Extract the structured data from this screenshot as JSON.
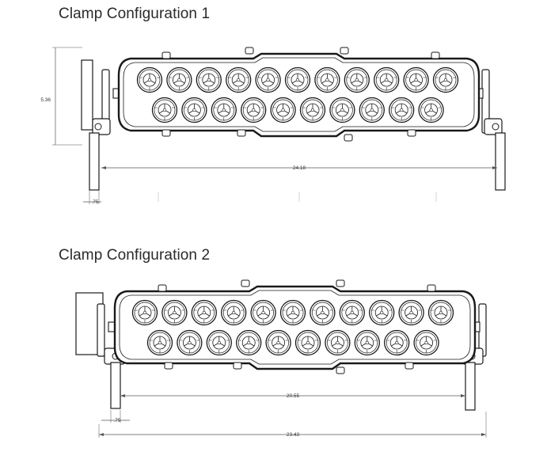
{
  "config1": {
    "title": "Clamp Configuration 1",
    "dim_height": "5.36",
    "dim_width": "24.18",
    "dim_offset": ".75"
  },
  "config2": {
    "title": "Clamp Configuration 2",
    "dim_inner": "20.55",
    "dim_offset": ".75",
    "dim_overall": "23.43"
  },
  "lens_rows": 2,
  "lens_top_row_count": 11,
  "lens_bottom_row_count": 10,
  "colors": {
    "line": "#1a1a1a",
    "dim_line": "#555555",
    "text": "#2a2a2a"
  }
}
